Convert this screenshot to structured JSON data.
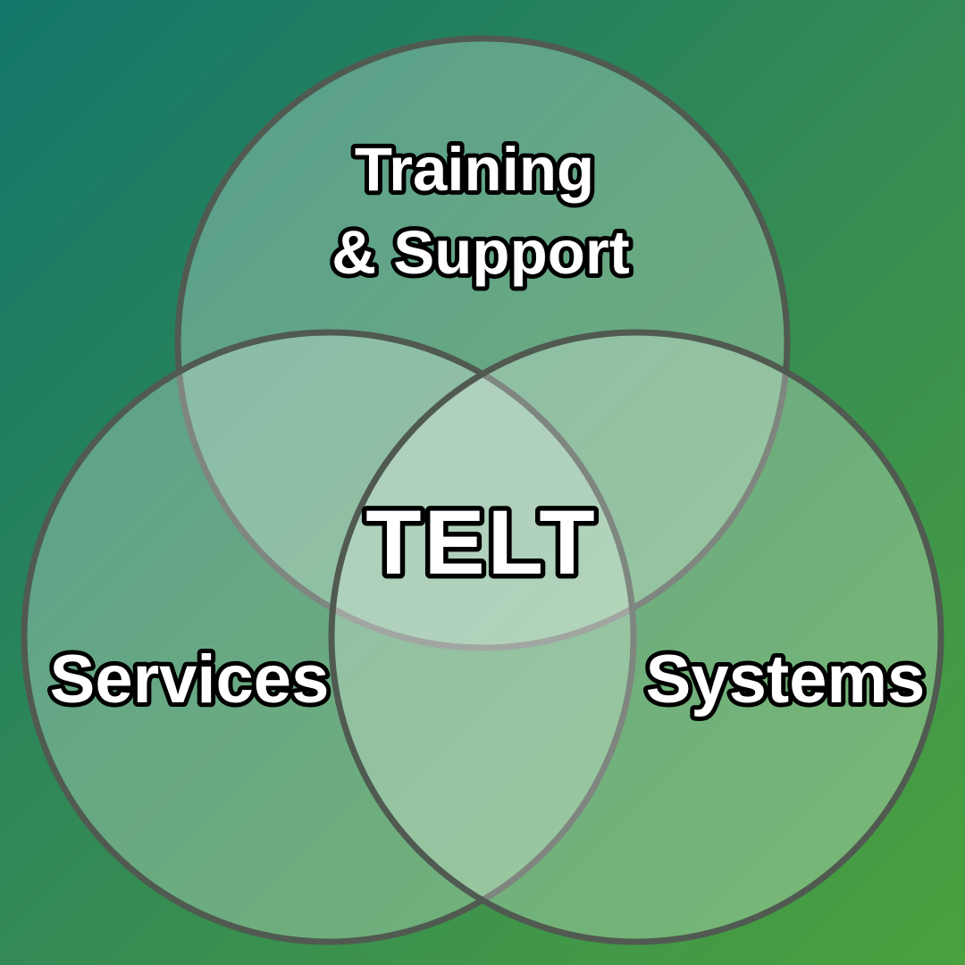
{
  "diagram": {
    "type": "venn",
    "center_label": "TELT",
    "circles": [
      {
        "id": "training-support",
        "label_line1": "Training",
        "label_line2": "& Support"
      },
      {
        "id": "services",
        "label": "Services"
      },
      {
        "id": "systems",
        "label": "Systems"
      }
    ]
  },
  "colors": {
    "bg_start": "#12766a",
    "bg_mid": "#338a54",
    "bg_end": "#4ba13e",
    "circle_fill": "rgba(255,255,255,0.27)",
    "circle_stroke": "#505a51",
    "label_fill": "#ffffff",
    "label_outline": "#000000"
  }
}
